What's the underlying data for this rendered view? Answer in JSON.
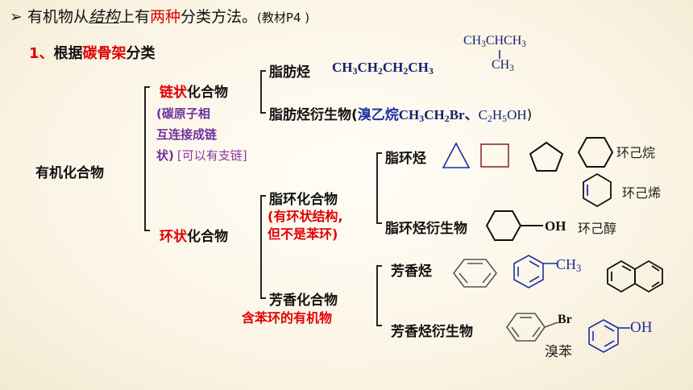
{
  "title": {
    "bullet": "➢",
    "prefix": "有机物从",
    "keyword": "结构",
    "middle": "上有",
    "highlight": "两种",
    "suffix": "分类方法。",
    "ref": "(教材P4 )"
  },
  "section": {
    "num": "1、",
    "prefix": "根据",
    "keyword": "碳骨架",
    "suffix": "分类"
  },
  "root": "有机化合物",
  "chain": {
    "keyword": "链状",
    "suffix": "化合物",
    "note_lines": [
      "(碳原子相",
      "互连接成链",
      "状)"
    ],
    "note_extra": "[可以有支链]"
  },
  "cyclic": {
    "keyword": "环状",
    "suffix": "化合物"
  },
  "aliphatic_hc": {
    "label": "脂肪烃",
    "formula1": [
      "CH",
      "3",
      "CH",
      "2",
      "CH",
      "2",
      "CH",
      "3"
    ],
    "branch_top": [
      "CH",
      "3",
      "CHCH",
      "3"
    ],
    "branch_bottom": [
      "CH",
      "3"
    ]
  },
  "aliphatic_deriv": {
    "label": "脂肪烃衍生物",
    "open": "(",
    "name": "溴乙烷",
    "f1": [
      "CH",
      "3",
      "CH",
      "2",
      "Br"
    ],
    "sep": "、",
    "f2": [
      "C",
      "2",
      "H",
      "5",
      "OH"
    ],
    "close": ")"
  },
  "alicyclic": {
    "label": "脂环化合物",
    "note_lines": [
      "(有环状结构,",
      "但不是苯环)"
    ]
  },
  "alicyclic_hc": {
    "label": "脂环烃",
    "cyclohexane": "环己烷",
    "cyclohexene": "环己烯"
  },
  "alicyclic_deriv": {
    "label": "脂环烃衍生物",
    "oh": "OH",
    "name": "环己醇"
  },
  "aromatic": {
    "label": "芳香化合物",
    "note": "含苯环的有机物"
  },
  "aromatic_hc": {
    "label": "芳香烃",
    "ch3": [
      "CH",
      "3"
    ]
  },
  "aromatic_deriv": {
    "label": "芳香烃衍生物",
    "br": "Br",
    "br_name": "溴苯",
    "oh": "OH"
  }
}
